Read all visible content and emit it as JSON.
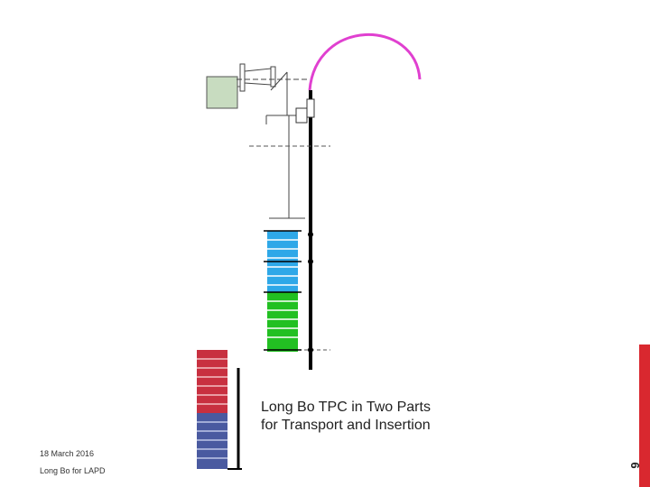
{
  "slide": {
    "caption_line1": "Long Bo TPC in Two Parts",
    "caption_line2": "for Transport and Insertion",
    "footer_date": "18 March 2016",
    "footer_author": "Long Bo for LAPD",
    "slide_number": "6"
  },
  "colors": {
    "accent_bar": "#d9282f",
    "cable_arc": "#e040d0",
    "cryostat_box": "#c8dcc0",
    "field_cage_blue": "#2ea8e8",
    "field_cage_green": "#22c022",
    "field_cage_red": "#c83040",
    "field_cage_navy": "#4a5aa0"
  }
}
